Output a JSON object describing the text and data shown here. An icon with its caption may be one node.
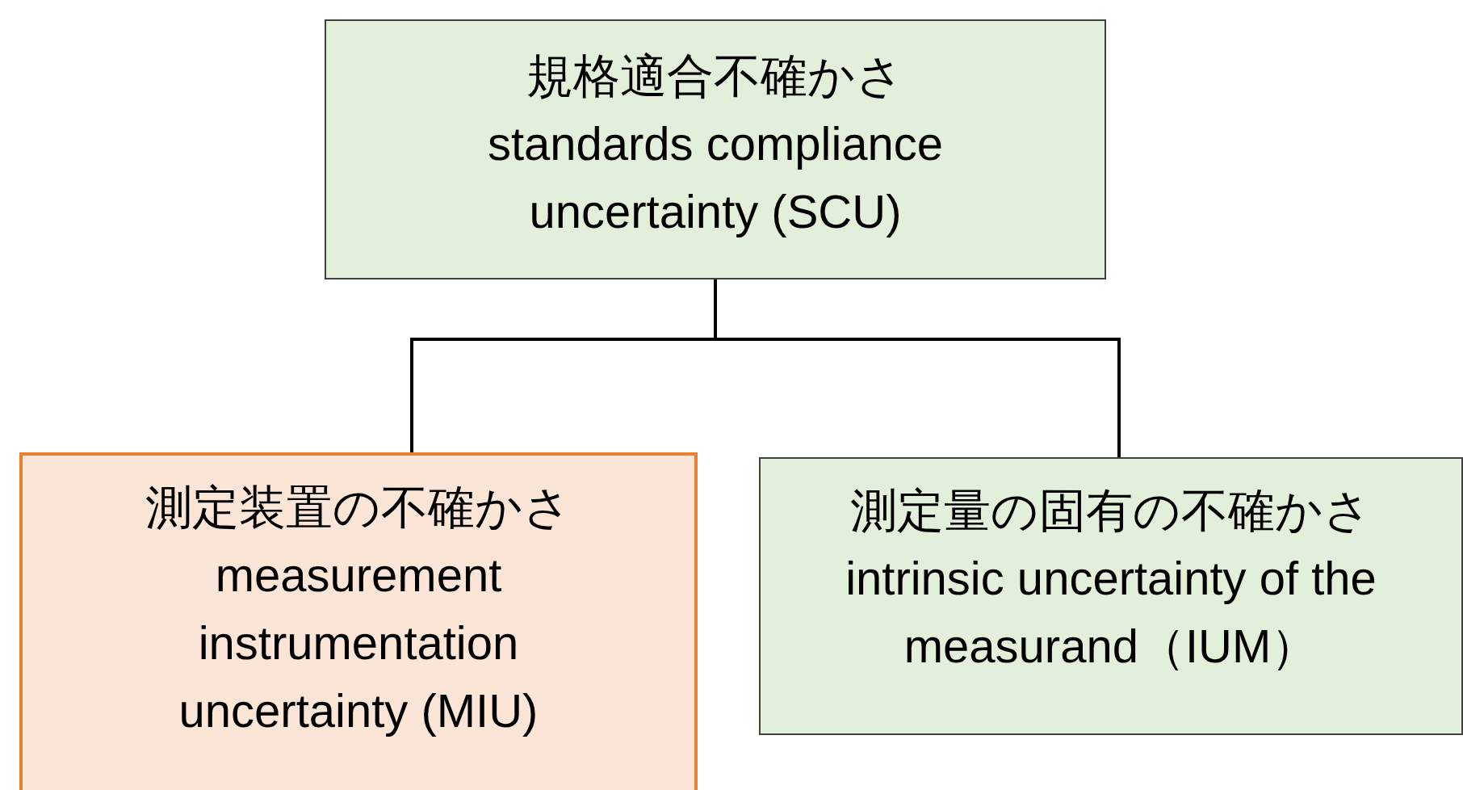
{
  "diagram": {
    "nodes": [
      {
        "text": [
          "規格適合不確かさ",
          "standards compliance uncertainty (SCU)"
        ]
      },
      {
        "text": [
          "測定装置の不確かさ",
          "measurement instrumentation uncertainty (MIU)"
        ]
      },
      {
        "text": [
          "測定量の固有の不確かさ",
          "intrinsic uncertainty of the measurand（IUM）"
        ]
      }
    ],
    "edges": [
      {
        "from": 0,
        "to": 1,
        "arrow": "none"
      },
      {
        "from": 0,
        "to": 2,
        "arrow": "none"
      }
    ]
  }
}
